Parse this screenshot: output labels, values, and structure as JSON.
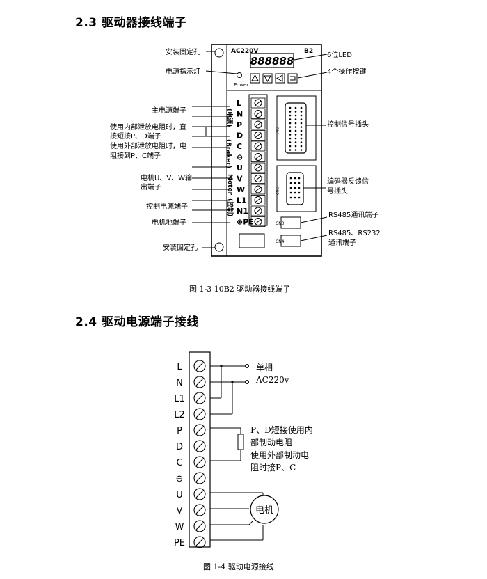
{
  "section_2_3": {
    "heading": "2.3 驱动器接线端子"
  },
  "fig1_3": {
    "caption": "图 1-3   10B2 驱动器接线端子",
    "model": "AC220V",
    "model_suffix": "B2",
    "led_text": "888888",
    "power_label": "Power",
    "cn1": "CN1",
    "cn2": "CN2",
    "cn3": "CN3",
    "cn4": "CN4",
    "left_labels": {
      "mount_top": "安装固定孔",
      "power_led": "电源指示灯",
      "main_power": "主电源端子",
      "internal_brake_1": "使用内部泄放电阻时，直",
      "internal_brake_2": "接短接P、D端子",
      "external_brake_1": "使用外部泄放电阻时，电",
      "external_brake_2": "阻接到P、C端子",
      "motor_out_1": "电机U、V、W输",
      "motor_out_2": "出端子",
      "ctrl_power": "控制电源端子",
      "motor_ground": "电机地端子",
      "mount_bottom": "安装固定孔"
    },
    "right_labels": {
      "led6": "6位LED",
      "buttons4": "4个操作按键",
      "ctrl_plug": "控制信号插头",
      "encoder_1": "编码器反馈信",
      "encoder_2": "号插头",
      "rs485": "RS485通讯端子",
      "rs485_232_1": "RS485、RS232",
      "rs485_232_2": "通讯端子"
    },
    "terminals": [
      "L",
      "N",
      "P",
      "D",
      "C",
      "⊖",
      "U",
      "V",
      "W",
      "L1",
      "N1",
      "⊕PE"
    ],
    "group_labels": {
      "mains": "(电源)",
      "brake": "(Braker)",
      "motor": "Motor",
      "ctrl": "(控制)"
    }
  },
  "section_2_4": {
    "heading": "2.4 驱动电源端子接线"
  },
  "fig1_4": {
    "caption": "图 1-4 驱动电源接线",
    "terminals": [
      "L",
      "N",
      "L1",
      "L2",
      "P",
      "D",
      "C",
      "⊖",
      "U",
      "V",
      "W",
      "PE"
    ],
    "supply_1": "单相",
    "supply_2": "AC220v",
    "brake_note_1": "P、D短接使用内",
    "brake_note_2": "部制动电阻",
    "brake_note_3": "使用外部制动电",
    "brake_note_4": "阻时接P、C",
    "motor": "电机"
  }
}
